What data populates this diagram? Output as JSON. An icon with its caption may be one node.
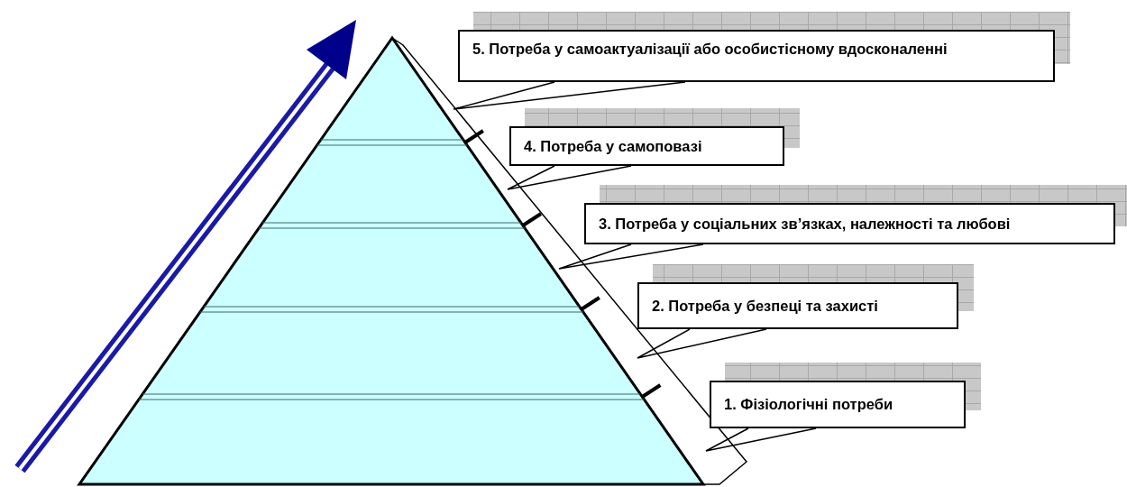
{
  "diagram": {
    "nodes": [
      {
        "text": [
          "5. Потреба у самоактуалізації або особистісному вдосконаленні"
        ]
      },
      {
        "text": [
          "4. Потреба у самоповазі"
        ]
      },
      {
        "text": [
          "3. Потреба у соціальних зв’язках, належності та любові"
        ]
      },
      {
        "text": [
          "2. Потреба у безпеці та захисті"
        ]
      },
      {
        "text": [
          "1. Фізіологічні потреби"
        ]
      }
    ],
    "edges": [
      {
        "from": 0,
        "to": null,
        "arrow": "none"
      },
      {
        "from": 1,
        "to": null,
        "arrow": "none"
      },
      {
        "from": 2,
        "to": null,
        "arrow": "none"
      },
      {
        "from": 3,
        "to": null,
        "arrow": "none"
      },
      {
        "from": 4,
        "to": null,
        "arrow": "none"
      }
    ]
  }
}
